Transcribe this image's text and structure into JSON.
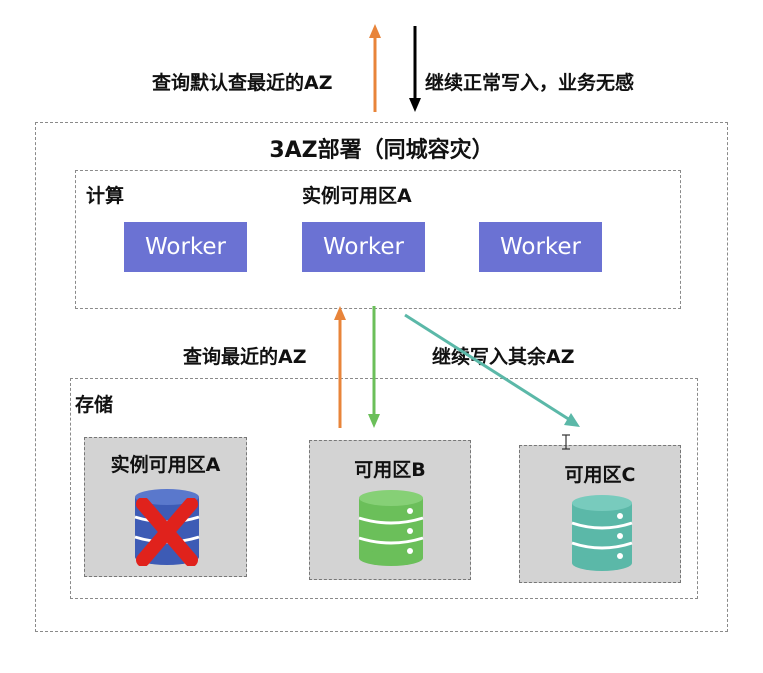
{
  "top": {
    "query_default_label": "查询默认查最近的AZ",
    "continue_write_label": "继续正常写入，业务无感"
  },
  "outer": {
    "title": "3AZ部署（同城容灾）"
  },
  "compute": {
    "label": "计算",
    "zone_label": "实例可用区A",
    "workers": [
      "Worker",
      "Worker",
      "Worker"
    ]
  },
  "middle": {
    "query_nearest_label": "查询最近的AZ",
    "write_other_label": "继续写入其余AZ"
  },
  "storage": {
    "label": "存储",
    "zones": [
      {
        "name": "实例可用区A",
        "status": "failed",
        "color": "#3d5bb5"
      },
      {
        "name": "可用区B",
        "status": "ok",
        "color": "#6bbf5a"
      },
      {
        "name": "可用区C",
        "status": "ok",
        "color": "#5bb8a8"
      }
    ]
  },
  "colors": {
    "worker": "#6b72d3",
    "arrow_orange": "#e8843a",
    "arrow_black": "#000000",
    "arrow_green": "#6bbf5a",
    "arrow_teal": "#5bb8a8",
    "failure_x": "#e0221c"
  }
}
